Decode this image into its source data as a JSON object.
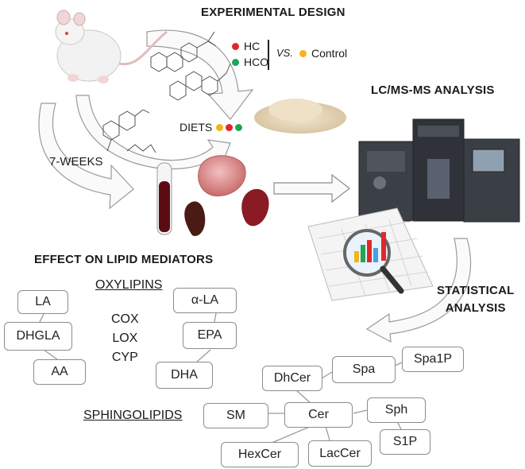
{
  "titles": {
    "experimental_design": "EXPERIMENTAL DESIGN",
    "lcms": "LC/MS-MS ANALYSIS",
    "effect": "EFFECT ON LIPID MEDIATORS",
    "statistical_1": "STATISTICAL",
    "statistical_2": "ANALYSIS"
  },
  "legend": {
    "hc": "HC",
    "hco": "HCO",
    "vs": "VS.",
    "control": "Control",
    "colors": {
      "hc": "#e0282a",
      "hco": "#1fa55a",
      "control": "#f2b419"
    }
  },
  "labels": {
    "diets": "DIETS",
    "weeks": "7-WEEKS"
  },
  "oxylipins": {
    "title": "OXYLIPINS",
    "left": [
      "LA",
      "DHGLA",
      "AA"
    ],
    "right": [
      "α-LA",
      "EPA",
      "DHA"
    ],
    "enzymes": [
      "COX",
      "LOX",
      "CYP"
    ]
  },
  "sphingolipids": {
    "title": "SPHINGOLIPIDS",
    "nodes": {
      "dhcer": "DhCer",
      "spa": "Spa",
      "spa1p": "Spa1P",
      "sm": "SM",
      "cer": "Cer",
      "sph": "Sph",
      "s1p": "S1P",
      "hexcer": "HexCer",
      "laccer": "LacCer"
    }
  }
}
